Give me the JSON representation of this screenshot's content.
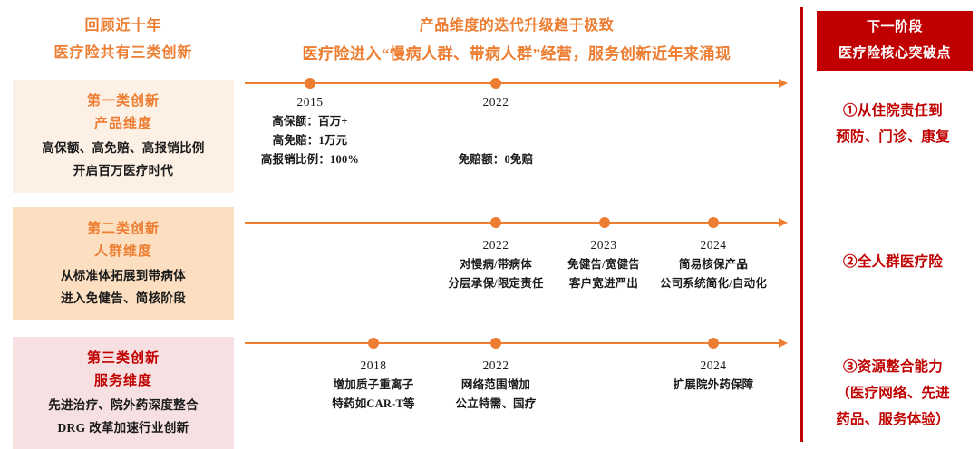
{
  "left": {
    "header_lines": [
      "回顾近十年",
      "医疗险共有三类创新"
    ],
    "cards": [
      {
        "title_lines": [
          "第一类创新",
          "产品维度"
        ],
        "body_lines": [
          "高保额、高免赔、高报销比例",
          "开启百万医疗时代"
        ],
        "bg": "#FDF1E6",
        "title_color": "#ED7D31"
      },
      {
        "title_lines": [
          "第二类创新",
          "人群维度"
        ],
        "body_lines": [
          "从标准体拓展到带病体",
          "进入免健告、简核阶段"
        ],
        "bg": "#FCDFC0",
        "title_color": "#ED7D31"
      },
      {
        "title_lines": [
          "第三类创新",
          "服务维度"
        ],
        "body_lines": [
          "先进治疗、院外药深度整合",
          "DRG 改革加速行业创新"
        ],
        "bg": "#F7E0E2",
        "title_color": "#C00000"
      }
    ]
  },
  "center": {
    "header_line1": "产品维度的迭代升级趋于极致",
    "header_line2": "医疗险进入“慢病人群、带病人群”经营，服务创新近年来涌现",
    "timelines": [
      {
        "events": [
          {
            "year": "2015",
            "details": [
              "高保额：百万+",
              "高免赔：1万元",
              "高报销比例：100%"
            ]
          },
          {
            "year": "2022",
            "details": [
              "免赔额：0免赔"
            ]
          }
        ]
      },
      {
        "events": [
          {
            "year": "2022",
            "details": [
              "对慢病/带病体",
              "分层承保/限定责任"
            ]
          },
          {
            "year": "2023",
            "details": [
              "免健告/宽健告",
              "客户宽进严出"
            ]
          },
          {
            "year": "2024",
            "details": [
              "简易核保产品",
              "公司系统简化/自动化"
            ]
          }
        ]
      },
      {
        "events": [
          {
            "year": "2018",
            "details": [
              "增加质子重离子",
              "特药如CAR-T等"
            ]
          },
          {
            "year": "2022",
            "details": [
              "网络范围增加",
              "公立特需、国疗"
            ]
          },
          {
            "year": "2024",
            "details": [
              "扩展院外药保障"
            ]
          }
        ]
      }
    ]
  },
  "right": {
    "header_lines": [
      "下一阶段",
      "医疗险核心突破点"
    ],
    "items": [
      {
        "lines": [
          "①从住院责任到",
          "预防、门诊、康复"
        ]
      },
      {
        "lines": [
          "②全人群医疗险"
        ]
      },
      {
        "lines": [
          "③资源整合能力",
          "（医疗网络、先进",
          "药品、服务体验）"
        ]
      }
    ]
  },
  "colors": {
    "orange": "#ED7D31",
    "red": "#C00000",
    "text": "#1a1a1a"
  }
}
